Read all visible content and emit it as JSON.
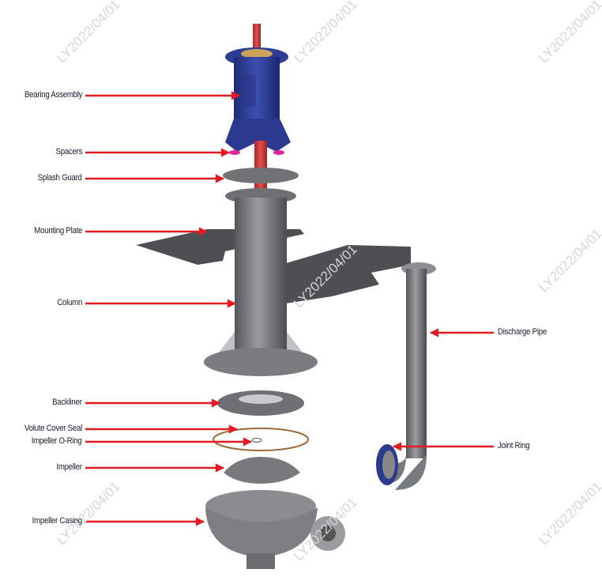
{
  "labels_left": [
    {
      "text": "Bearing Assembly"
    },
    {
      "text": "Spacers"
    },
    {
      "text": "Splash Guard"
    },
    {
      "text": "Mounting Plate"
    },
    {
      "text": "Column"
    },
    {
      "text": "Backliner"
    },
    {
      "text": "Volute Cover Seal"
    },
    {
      "text": "Impeller O-Ring"
    },
    {
      "text": "Impeller"
    },
    {
      "text": "Impeller Casing"
    }
  ],
  "labels_right": [
    {
      "text": "Discharge Pipe"
    },
    {
      "text": "Joint Ring"
    }
  ],
  "watermark": "LY2022/04/01",
  "colors": {
    "arrow": "#e31b23",
    "shaft": "#d23a3a",
    "bearing": "#2b3a8f",
    "metal": "#6e7074",
    "bolt": "#e4d94a",
    "spacer": "#e0249a"
  }
}
